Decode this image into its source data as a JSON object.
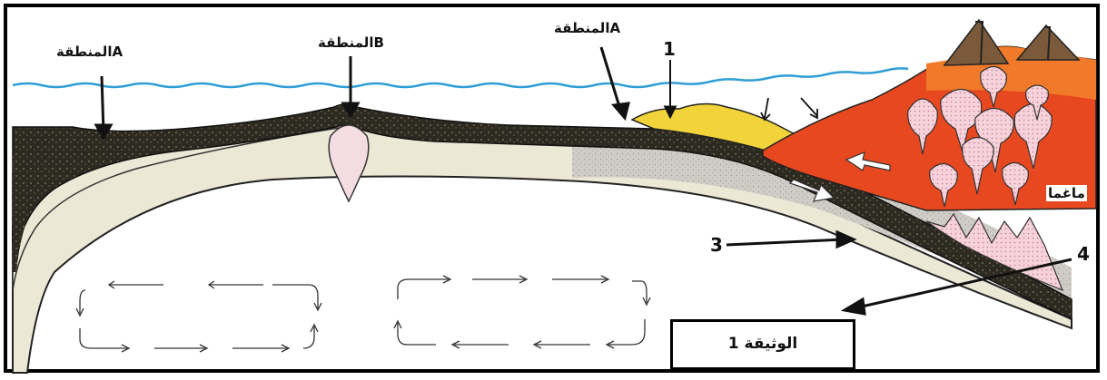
{
  "labels": {
    "zone_a_left": "المنطقةA",
    "zone_b": "المنطقةB",
    "zone_a_right": "المنطقةA",
    "num_1": "1",
    "num_3": "3",
    "num_4": "4",
    "magma": "ماغما"
  },
  "caption": "الوثيقة 1",
  "colors": {
    "water": "#2f9ed6",
    "crust": "#2d2a22",
    "mantle_light": "#ece8d6",
    "mantle_gray": "#c9c7c0",
    "sediment": "#f2d33a",
    "continent": "#e8481f",
    "continent_dark": "#c5301a",
    "magma_pink": "#f4c8d2"
  },
  "icons": [
    "arrow-down-icon",
    "convection-arrow-icon",
    "volcano-icon"
  ]
}
